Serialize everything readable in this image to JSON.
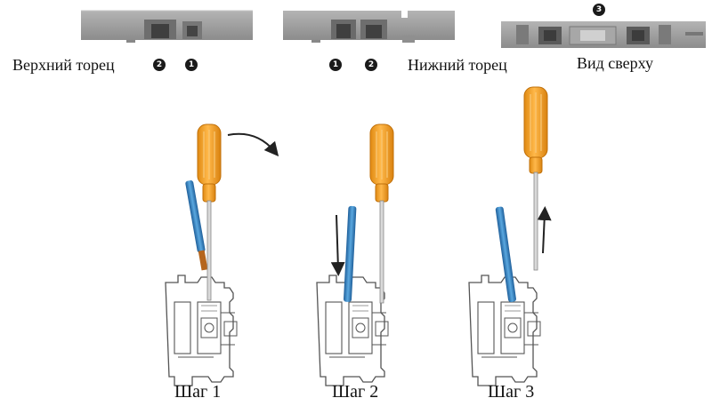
{
  "top_views": {
    "upper_end": {
      "label": "Верхний торец",
      "badges": [
        "2",
        "1"
      ]
    },
    "lower_end": {
      "label": "Нижний торец",
      "badges": [
        "1",
        "2"
      ]
    },
    "top_view": {
      "label": "Вид сверху",
      "badges": [
        "3"
      ]
    }
  },
  "steps": [
    {
      "label": "Шаг 1"
    },
    {
      "label": "Шаг 2"
    },
    {
      "label": "Шаг 3"
    }
  ],
  "colors": {
    "terminal_gray": "#9a9a9a",
    "screwdriver_handle": "#f5a623",
    "wire_blue": "#2f7fc1",
    "wire_copper": "#b5651d",
    "outline": "#555555",
    "arrow": "#222222"
  }
}
